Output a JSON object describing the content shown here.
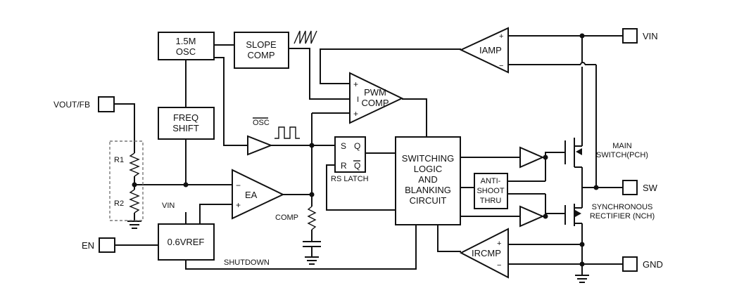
{
  "pins": {
    "vin": "VIN",
    "sw": "SW",
    "gnd": "GND",
    "en": "EN",
    "vout_fb": "VOUT/FB"
  },
  "blocks": {
    "osc_line1": "1.5M",
    "osc_line2": "OSC",
    "slope_line1": "SLOPE",
    "slope_line2": "COMP",
    "freq_line1": "FREQ",
    "freq_line2": "SHIFT",
    "vref": "0.6VREF",
    "switching_line1": "SWITCHING",
    "switching_line2": "LOGIC",
    "switching_line3": "AND",
    "switching_line4": "BLANKING",
    "switching_line5": "CIRCUIT",
    "anti_line1": "ANTI-",
    "anti_line2": "SHOOT",
    "anti_line3": "THRU",
    "latch_s": "S",
    "latch_q": "Q",
    "latch_r": "R",
    "latch_qbar": "Q",
    "latch_name": "RS LATCH"
  },
  "amps": {
    "iamp": "IAMP",
    "pwm_line1": "PWM",
    "pwm_line2": "COMP",
    "ea": "EA",
    "ircmp": "IRCMP"
  },
  "labels": {
    "osc_signal": "OSC",
    "comp": "COMP",
    "vin_small": "VIN",
    "shutdown": "SHUTDOWN",
    "r1": "R1",
    "r2": "R2",
    "main_line1": "MAIN",
    "main_line2": "SWITCH(PCH)",
    "sync_line1": "SYNCHRONOUS",
    "sync_line2": "RECTIFIER (NCH)",
    "pwm_i": "I",
    "plus": "+",
    "minus": "−"
  }
}
